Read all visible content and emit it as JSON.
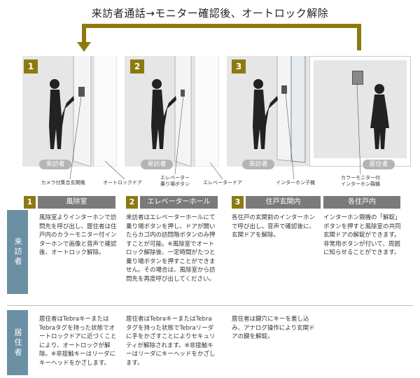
{
  "title": "来訪者通話→モニター確認後、オートロック解除",
  "colors": {
    "gold": "#8c7a10",
    "side": "#6b8fa3",
    "grey": "#7a7a7a"
  },
  "scenes": [
    {
      "num": "1",
      "pill": "来訪者"
    },
    {
      "num": "2",
      "pill": "来訪者"
    },
    {
      "num": "3",
      "pill": "来訪者"
    },
    {
      "num": "",
      "pill": "居住者"
    }
  ],
  "captions": {
    "c1": "カメラ付集合玄関機",
    "c2": "オートロックドア",
    "c3a": "エレベーター",
    "c3b": "乗り場ボタン",
    "c4": "エレベータードア",
    "c5": "インターホン子機",
    "c6a": "カラーモニター付",
    "c6b": "インターホン親機"
  },
  "sections": [
    {
      "num": "1",
      "header": "風除室",
      "text": "風除室よりインターホンで訪問先を呼び出し、居住者は住戸内のカラーモニター付インターホンで画像と音声で確認後、オートロック解除。"
    },
    {
      "num": "2",
      "header": "エレベーターホール",
      "text": "来訪者はエレベーターホールにて乗り場ボタンを押し、ドアが開いたらカゴ内の訪問階ボタンのみ押すことが可能。※風除室でオートロック解除後、一定時間がたつと乗り場ボタンを押すことができません。その場合は、風除室から訪問先を再度呼び出してください。"
    },
    {
      "num": "3",
      "header": "住戸玄関内",
      "text": "各住戸の玄関前のインターホンで呼び出し。音声で確認後に、玄関ドアを解除。"
    },
    {
      "num": "",
      "header": "各住戸内",
      "text": "インターホン親機の「解錠」ボタンを押すと風除室の共同玄関ドアの解錠ができます。非常用ボタンが付いて、周囲に知らせることができます。"
    }
  ],
  "side_labels": {
    "visitor": "来訪者",
    "resident": "居住者"
  },
  "resident_notes": [
    "居住者はTebraキーまたはTebraタグを持った状態でオートロックドアに近づくことにより、オートロックが解除。※非接触キーはリーダにキーヘッドをかざします。",
    "居住者はTebraキーまたはTebraタグを持った状態でTebraリーダに手をかざすことによりセキュリティが解除されます。※非接触キーはリーダにキーヘッドをかざします。",
    "居住者は鍵穴にキーを差し込み、アナログ操作により玄関ドアの鍵を解錠。"
  ]
}
